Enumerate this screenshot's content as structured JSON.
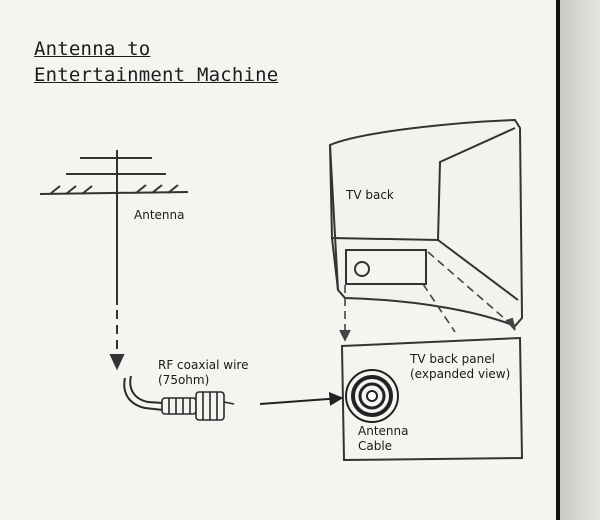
{
  "title": {
    "line1": "Antenna to",
    "line2": "Entertainment Machine"
  },
  "labels": {
    "antenna": "Antenna",
    "tv_back": "TV back",
    "rf_wire_line1": "RF coaxial wire",
    "rf_wire_line2": "(75ohm)",
    "panel_line1": "TV back panel",
    "panel_line2": "(expanded view)",
    "cable_line1": "Antenna",
    "cable_line2": "Cable"
  }
}
